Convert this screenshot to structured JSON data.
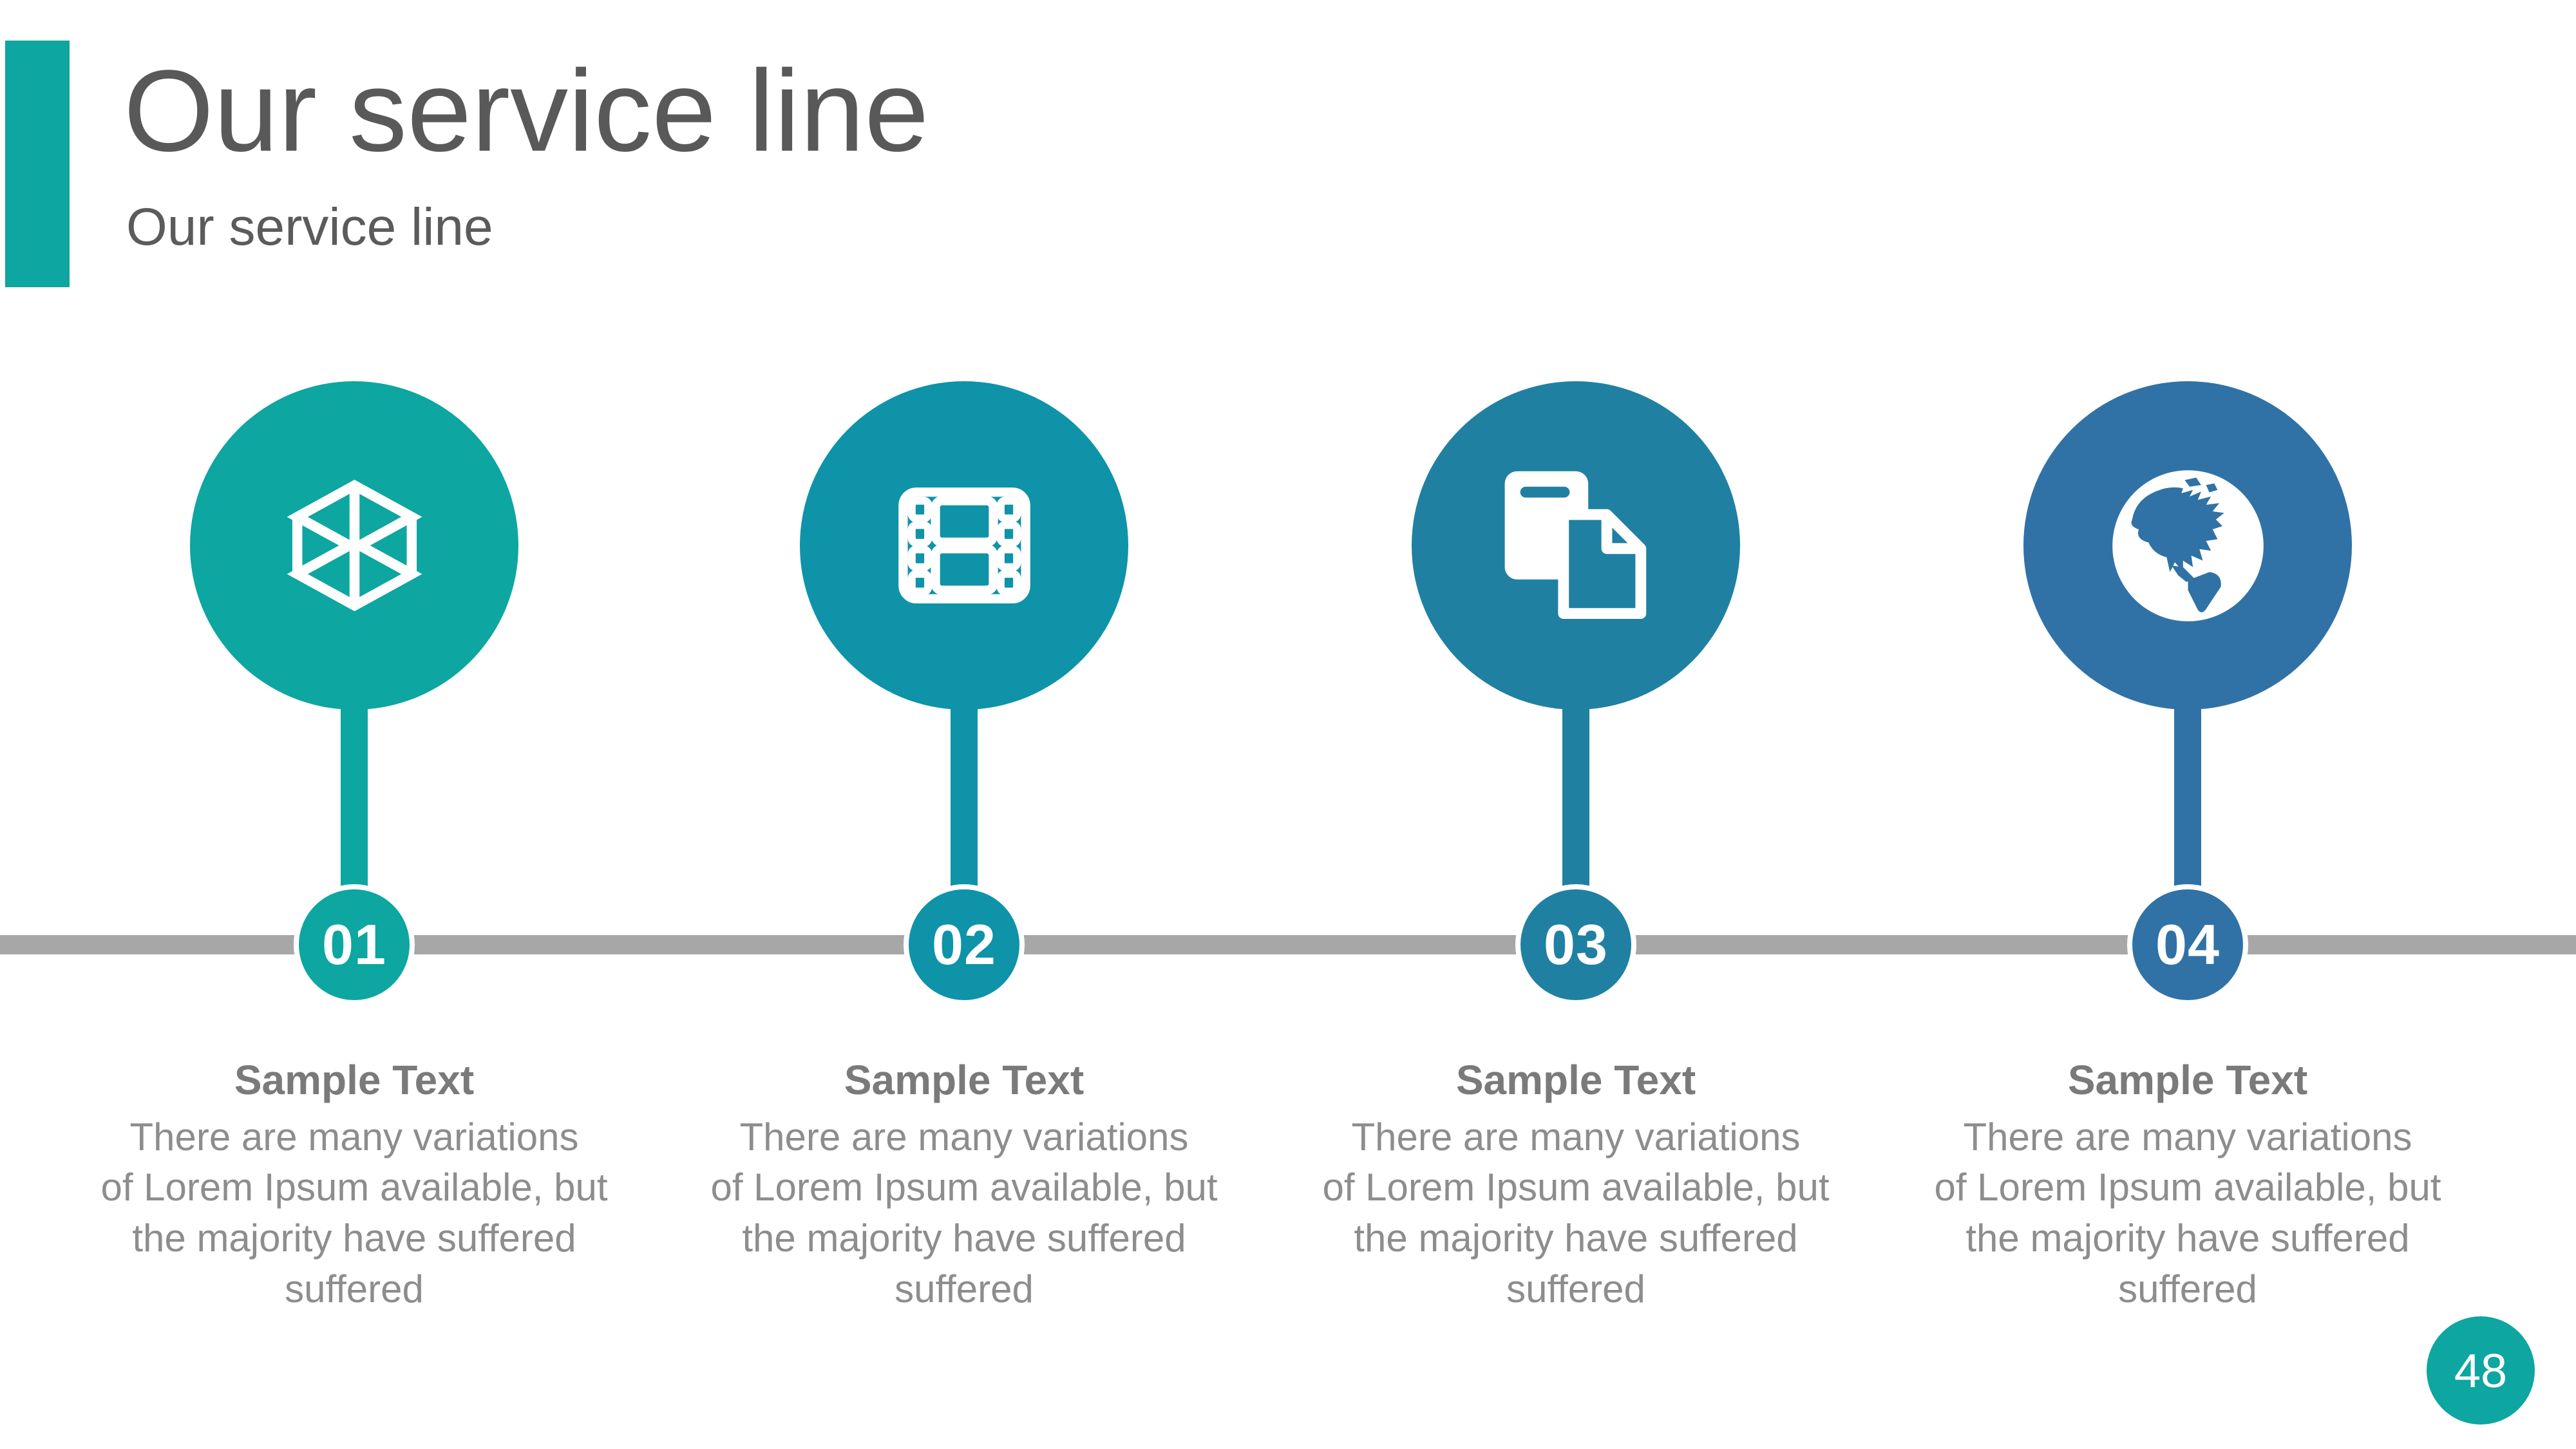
{
  "slide": {
    "title": "Our service line",
    "subtitle": "Our service line"
  },
  "theme": {
    "accent": "#0da6a0",
    "timeline_line": "#a7a7a7",
    "title_color": "#595959",
    "subtitle_color": "#5b5b5b",
    "heading_color": "#7a7a7a",
    "body_color": "#8d8d8d",
    "number_text_color": "#ffffff"
  },
  "timeline": {
    "items": [
      {
        "number": "01",
        "icon": "cube-wireframe-icon",
        "color": "#0da6a0",
        "heading": "Sample Text",
        "body": "There are many variations\nof Lorem Ipsum available, but\nthe majority have suffered\nsuffered"
      },
      {
        "number": "02",
        "icon": "film-strip-icon",
        "color": "#0e93a9",
        "heading": "Sample Text",
        "body": "There are many variations\nof Lorem Ipsum available, but\nthe majority have suffered\nsuffered"
      },
      {
        "number": "03",
        "icon": "documents-icon",
        "color": "#2080a2",
        "heading": "Sample Text",
        "body": "There are many variations\nof Lorem Ipsum available, but\nthe majority have suffered\nsuffered"
      },
      {
        "number": "04",
        "icon": "globe-icon",
        "color": "#3072a6",
        "heading": "Sample Text",
        "body": "There are many variations\nof Lorem Ipsum available, but\nthe majority have suffered\nsuffered"
      }
    ]
  },
  "page_number": "48"
}
